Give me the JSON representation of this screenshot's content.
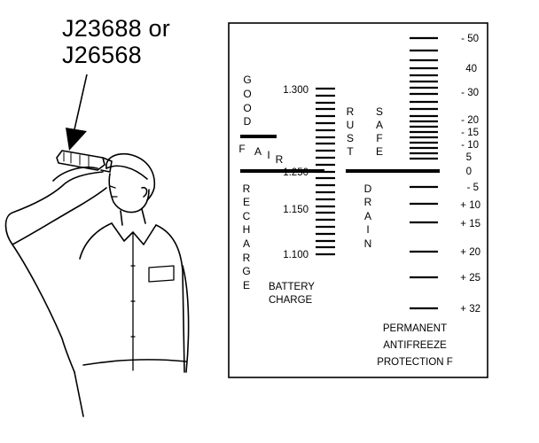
{
  "tool_ids": {
    "line1": "J23688 or",
    "line2": "J26568"
  },
  "battery": {
    "good": "GOOD",
    "fair": "FAIR",
    "recharge": "RECHARGE",
    "label_line1": "BATTERY",
    "label_line2": "CHARGE",
    "values": [
      "1.300",
      "1.250",
      "1.150",
      "1.100"
    ]
  },
  "coolant": {
    "rust": "RUST",
    "safe": "SAFE",
    "drain": "DRAIN"
  },
  "antifreeze": {
    "label_line1": "PERMANENT",
    "label_line2": "ANTIFREEZE",
    "label_line3": "PROTECTION  F",
    "ticks": [
      "- 50",
      "40",
      "- 30",
      "- 20",
      "- 15",
      "- 10",
      "5",
      "0",
      "- 5",
      "+ 10",
      "+ 15",
      "+ 20",
      "+ 25",
      "+ 32"
    ]
  }
}
